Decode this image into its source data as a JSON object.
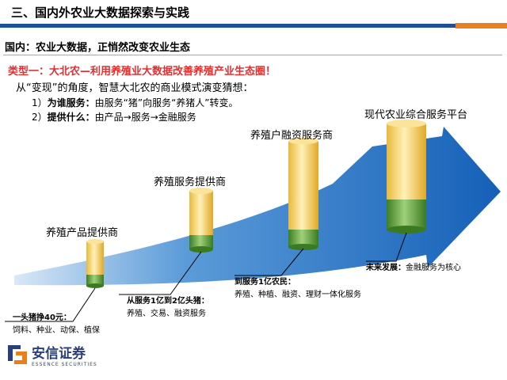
{
  "header": {
    "title": "三、国内外农业大数据探索与实践"
  },
  "subtitle": "国内：农业大数据，正悄然改变农业生态",
  "type_line": "类型一：大北农—利用养殖业大数据改善养殖产业生态圈！",
  "intro": "从“变现”的角度，智慧大北农的商业模式演变猜想：",
  "point1": {
    "prefix": "1）",
    "bold": "为谁服务：",
    "rest": "由服务“猪”向服务“养猪人”转变。"
  },
  "point2": {
    "prefix": "2）",
    "bold": "提供什么：",
    "rest": "由产品→服务→金融服务"
  },
  "stages": [
    {
      "label": "养殖产品提供商"
    },
    {
      "label": "养殖服务提供商"
    },
    {
      "label": "养殖户融资服务商"
    },
    {
      "label": "现代农业综合服务平台"
    }
  ],
  "notes": [
    {
      "head": "一头猪挣40元：",
      "body": "饲料、种业、动保、植保"
    },
    {
      "head": "从服务1亿到2亿头猪：",
      "body": "养殖、交易、融资服务"
    },
    {
      "head": "到服务1亿农民：",
      "body": "养殖、种植、融资、理财一体化服务"
    },
    {
      "head": "未来发展：",
      "body": "金融服务为核心"
    }
  ],
  "logo": {
    "name": "安信证券",
    "sub": "ESSENCE SECURITIES"
  },
  "colors": {
    "arrow": "#1f6fc0",
    "cylinder_yellow": "#f2c94c",
    "cylinder_green": "#4e9a2e",
    "accent_red": "#e03030",
    "title_bar": "#1f4e9c",
    "title_bar_orange": "#e8801e"
  }
}
